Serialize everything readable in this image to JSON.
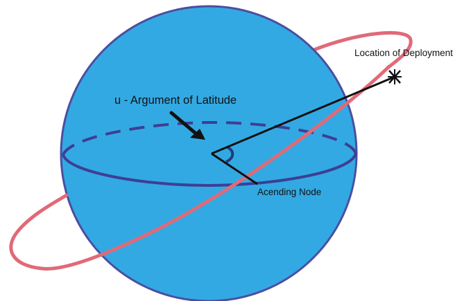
{
  "labels": {
    "deployment": "Location of Deployment",
    "argument_of_latitude": "u - Argument of Latitude",
    "ascending_node": "Acending Node"
  },
  "colors": {
    "sphere_fill": "#33A9E3",
    "sphere_outline": "#4A4FA0",
    "equator": "#3D3F94",
    "orbit": "#E06A78",
    "vectors": "#111111",
    "angle_arc": "#1F3D7A"
  },
  "icons": {
    "deployment_marker": "star-burst-icon",
    "pointer": "arrow-icon"
  }
}
